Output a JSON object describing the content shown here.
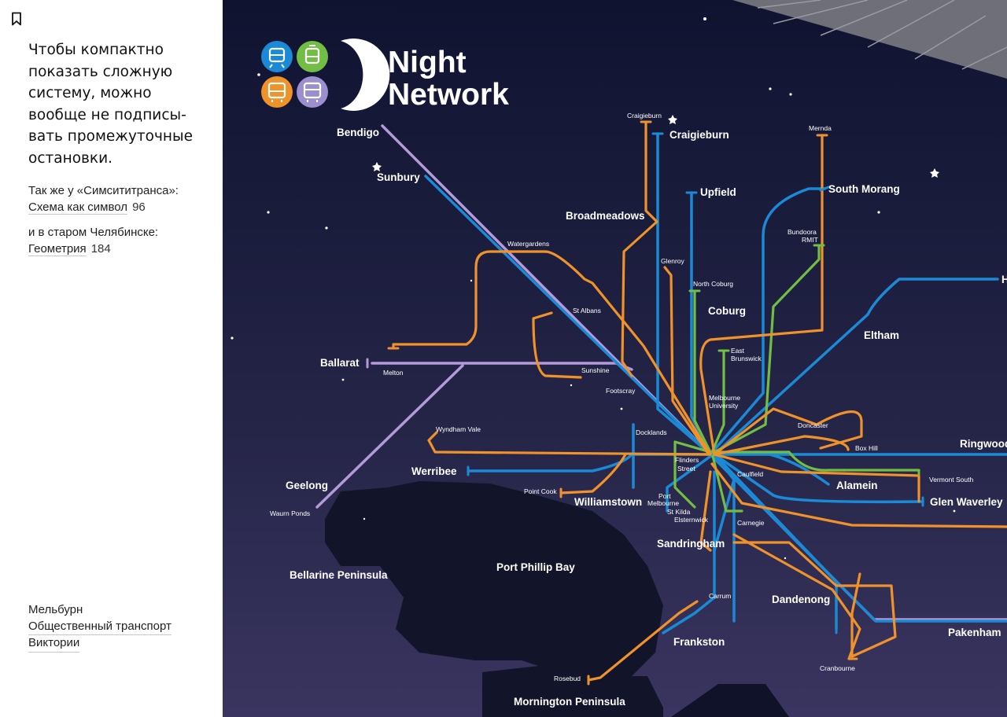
{
  "sidebar": {
    "lead": "Чтобы компактно\nпоказать сложную\nсистему, можно\nвообще не подписы-\nвать промежуточные\nостановки.",
    "note1_prefix": "Так же у «Симсититранса»:",
    "note1_link": "Схема как символ",
    "note1_page": "96",
    "note2_prefix": "и в старом Челябинске:",
    "note2_link": "Геометрия",
    "note2_page": "184",
    "footer_city": "Мельбурн",
    "footer_link1": "Общественный транспорт",
    "footer_link2": "Виктории"
  },
  "map": {
    "title_line1": "Night",
    "title_line2": "Network",
    "colors": {
      "background": "#141833",
      "land_dark": "#121529",
      "train": "#1b8ad6",
      "tram": "#72be44",
      "bus": "#f0922a",
      "coach": "#9b8fd0",
      "coach_line": "#b49ad8"
    },
    "mode_icons": [
      "train-icon",
      "tram-icon",
      "bus-icon",
      "coach-icon",
      "moon-icon"
    ],
    "regions": {
      "bellarine": "Bellarine Peninsula",
      "port_phillip": "Port Phillip Bay",
      "mornington": "Mornington Peninsula"
    },
    "big_labels": {
      "bendigo": "Bendigo",
      "sunbury": "Sunbury",
      "craigieburn": "Craigieburn",
      "upfield": "Upfield",
      "broadmeadows": "Broadmeadows",
      "south_morang": "South Morang",
      "coburg": "Coburg",
      "eltham": "Eltham",
      "ballarat": "Ballarat",
      "ringwood": "Ringwood",
      "werribee": "Werribee",
      "geelong": "Geelong",
      "alamein": "Alamein",
      "glen_waverley": "Glen Waverley",
      "williamstown": "Williamstown",
      "sandringham": "Sandringham",
      "dandenong": "Dandenong",
      "frankston": "Frankston",
      "pakenham": "Pakenham"
    },
    "small_labels": {
      "craigieburn_bus": "Craigieburn",
      "mernda": "Mernda",
      "bundoora": "Bundoora",
      "rmit": "RMIT",
      "watergardens": "Watergardens",
      "glenroy": "Glenroy",
      "north_coburg": "North Coburg",
      "st_albans": "St Albans",
      "east_brunswick": "East",
      "east_brunswick2": "Brunswick",
      "melton": "Melton",
      "sunshine": "Sunshine",
      "footscray": "Footscray",
      "melb_uni": "Melbourne",
      "melb_uni2": "University",
      "doncaster": "Doncaster",
      "box_hill": "Box Hill",
      "wyndham_vale": "Wyndham Vale",
      "docklands": "Docklands",
      "flinders": "Flinders",
      "flinders2": "Street",
      "caulfield": "Caulfield",
      "vermont_south": "Vermont South",
      "point_cook": "Point Cook",
      "port_melbourne": "Port",
      "port_melbourne2": "Melbourne",
      "st_kilda": "St Kilda",
      "elsternwick": "Elsternwick",
      "carnegie": "Carnegie",
      "waurn_ponds": "Waurn Ponds",
      "carrum": "Carrum",
      "cranbourne": "Cranbourne",
      "rosebud": "Rosebud"
    },
    "edge_label": "H"
  }
}
